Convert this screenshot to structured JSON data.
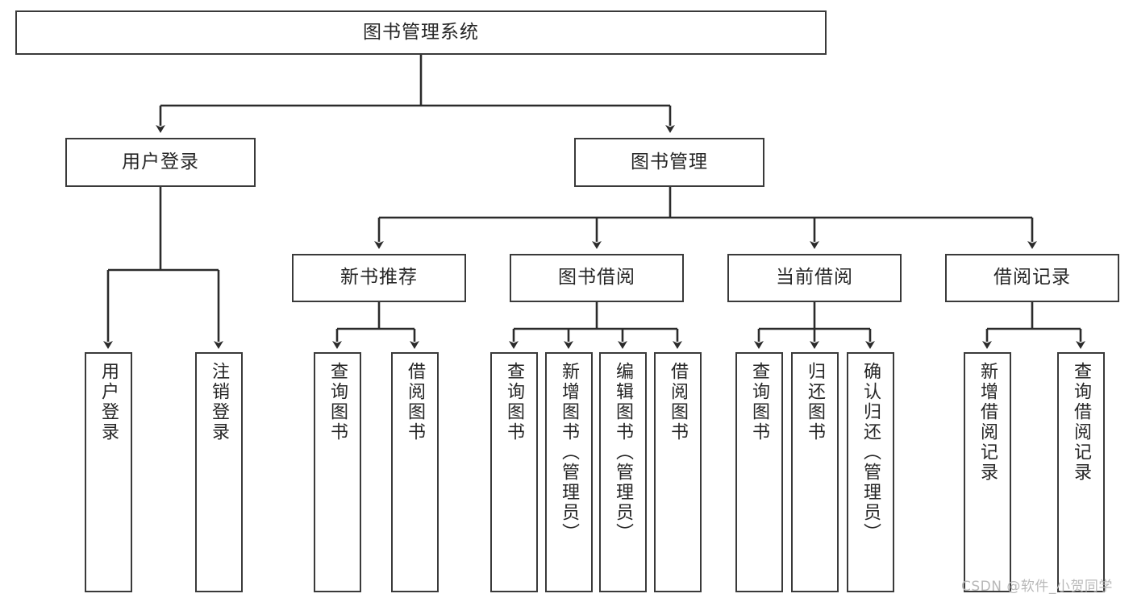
{
  "diagram": {
    "title": "图书管理系统",
    "type": "tree-hierarchy-chart",
    "orientation": "top-down",
    "colors": {
      "box_border": "#3a3a3a",
      "box_fill": "#ffffff",
      "connector": "#2b2b2b",
      "text": "#262626",
      "watermark": "#b9b9b9",
      "background": "#ffffff"
    }
  },
  "root": {
    "label": "图书管理系统"
  },
  "level2": [
    {
      "label": "用户登录"
    },
    {
      "label": "图书管理"
    }
  ],
  "level3": [
    {
      "label": "新书推荐"
    },
    {
      "label": "图书借阅"
    },
    {
      "label": "当前借阅"
    },
    {
      "label": "借阅记录"
    }
  ],
  "leaves": {
    "user_login": [
      {
        "label": "用户登录"
      },
      {
        "label": "注销登录"
      }
    ],
    "new_book_recommend": [
      {
        "label": "查询图书"
      },
      {
        "label": "借阅图书"
      }
    ],
    "book_borrow": [
      {
        "label": "查询图书"
      },
      {
        "label": "新增图书（管理员）"
      },
      {
        "label": "编辑图书（管理员）"
      },
      {
        "label": "借阅图书"
      }
    ],
    "current_borrow": [
      {
        "label": "查询图书"
      },
      {
        "label": "归还图书"
      },
      {
        "label": "确认归还（管理员）"
      }
    ],
    "borrow_record": [
      {
        "label": "新增借阅记录"
      },
      {
        "label": "查询借阅记录"
      }
    ]
  },
  "watermark": {
    "text": "CSDN @软件_小贺同学"
  }
}
